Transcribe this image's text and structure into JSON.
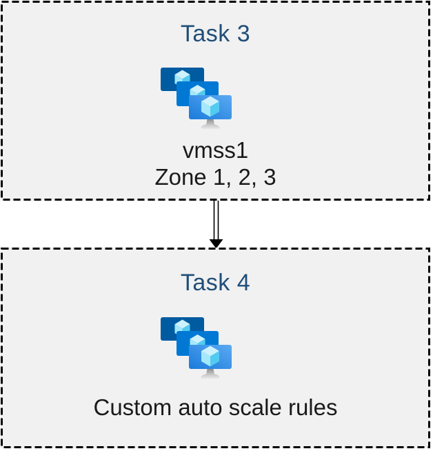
{
  "page": {
    "background": "#ffffff"
  },
  "diagram": {
    "type": "task-flow",
    "box_background": "#f1f1f1",
    "border_color": "#000000",
    "title_color": "#1f4e79",
    "text_color": "#1a1a1a",
    "icon": "virtual-machine-scale-sets-icon",
    "icon_colors": {
      "back_monitor": "#005ba1",
      "middle_monitor": "#0078d4",
      "front_monitor_gradient": [
        "#1a7bdb",
        "#5caaf2"
      ],
      "cube_top": "#cdf2fe",
      "cube_left": "#a5e8fb",
      "cube_right": "#53cbf0",
      "stand_gradient": [
        "#8f9193",
        "#ebebeb"
      ]
    },
    "tasks": [
      {
        "title": "Task 3",
        "lines": {
          "line1": "vmss1",
          "line2": "Zone 1, 2, 3"
        }
      },
      {
        "title": "Task 4",
        "lines": {
          "line1": "Custom auto scale rules",
          "line2": ""
        }
      }
    ],
    "connector": {
      "style": "double-line",
      "direction": "down"
    }
  }
}
